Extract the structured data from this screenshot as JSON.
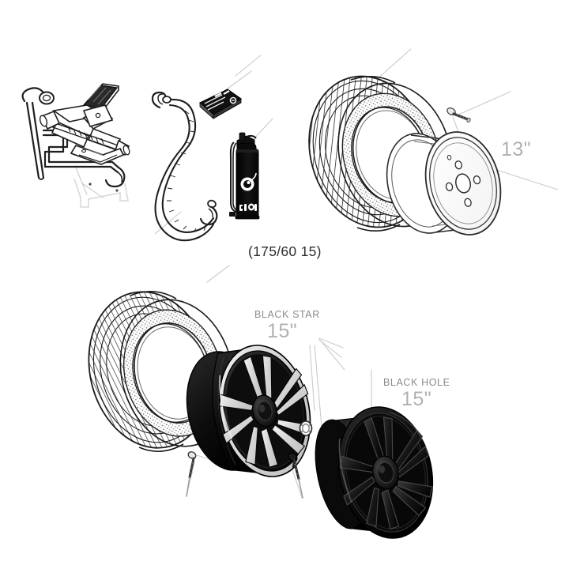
{
  "diagram": {
    "title": "Spare wheel and tool kit exploded parts diagram",
    "background_color": "#ffffff",
    "labels": {
      "tire_front_spec": "(175/60 15)",
      "rim_13_size": "13\"",
      "black_star_name": "BLACK STAR",
      "black_star_size": "15\"",
      "black_hole_name": "BLACK HOLE",
      "black_hole_size": "15\""
    },
    "label_colors": {
      "name_gray": "#8b8b8b",
      "size_gray": "#b0b0b0",
      "spec_dark": "#2e2e2e",
      "leader_line": "#c9c9c9"
    },
    "parts": [
      {
        "id": "wheel-wrench",
        "name": "wheel wrench bar"
      },
      {
        "id": "jack-handle",
        "name": "jack crank handle"
      },
      {
        "id": "scissor-jack",
        "name": "scissor jack"
      },
      {
        "id": "tow-rope",
        "name": "tow rope with hooks"
      },
      {
        "id": "instruction-label",
        "name": "instruction label card"
      },
      {
        "id": "sealant-can",
        "name": "tire sealant aerosol can"
      },
      {
        "id": "tire-upper",
        "name": "spare tire (upper)"
      },
      {
        "id": "steel-rim",
        "name": "steel wheel rim 13 inch"
      },
      {
        "id": "lug-bolt-upper",
        "name": "lug bolt"
      },
      {
        "id": "tire-lower",
        "name": "tire 175/60 15"
      },
      {
        "id": "alloy-black-star",
        "name": "Black Star alloy wheel 15 inch"
      },
      {
        "id": "alloy-black-hole",
        "name": "Black Hole alloy wheel 15 inch"
      },
      {
        "id": "center-cap-ring",
        "name": "center cap ring"
      },
      {
        "id": "washer-nut",
        "name": "washer nut"
      },
      {
        "id": "lug-bolt-left",
        "name": "lug bolt"
      },
      {
        "id": "lug-bolt-right",
        "name": "lug bolt"
      },
      {
        "id": "valve-stem",
        "name": "valve stem"
      }
    ]
  }
}
